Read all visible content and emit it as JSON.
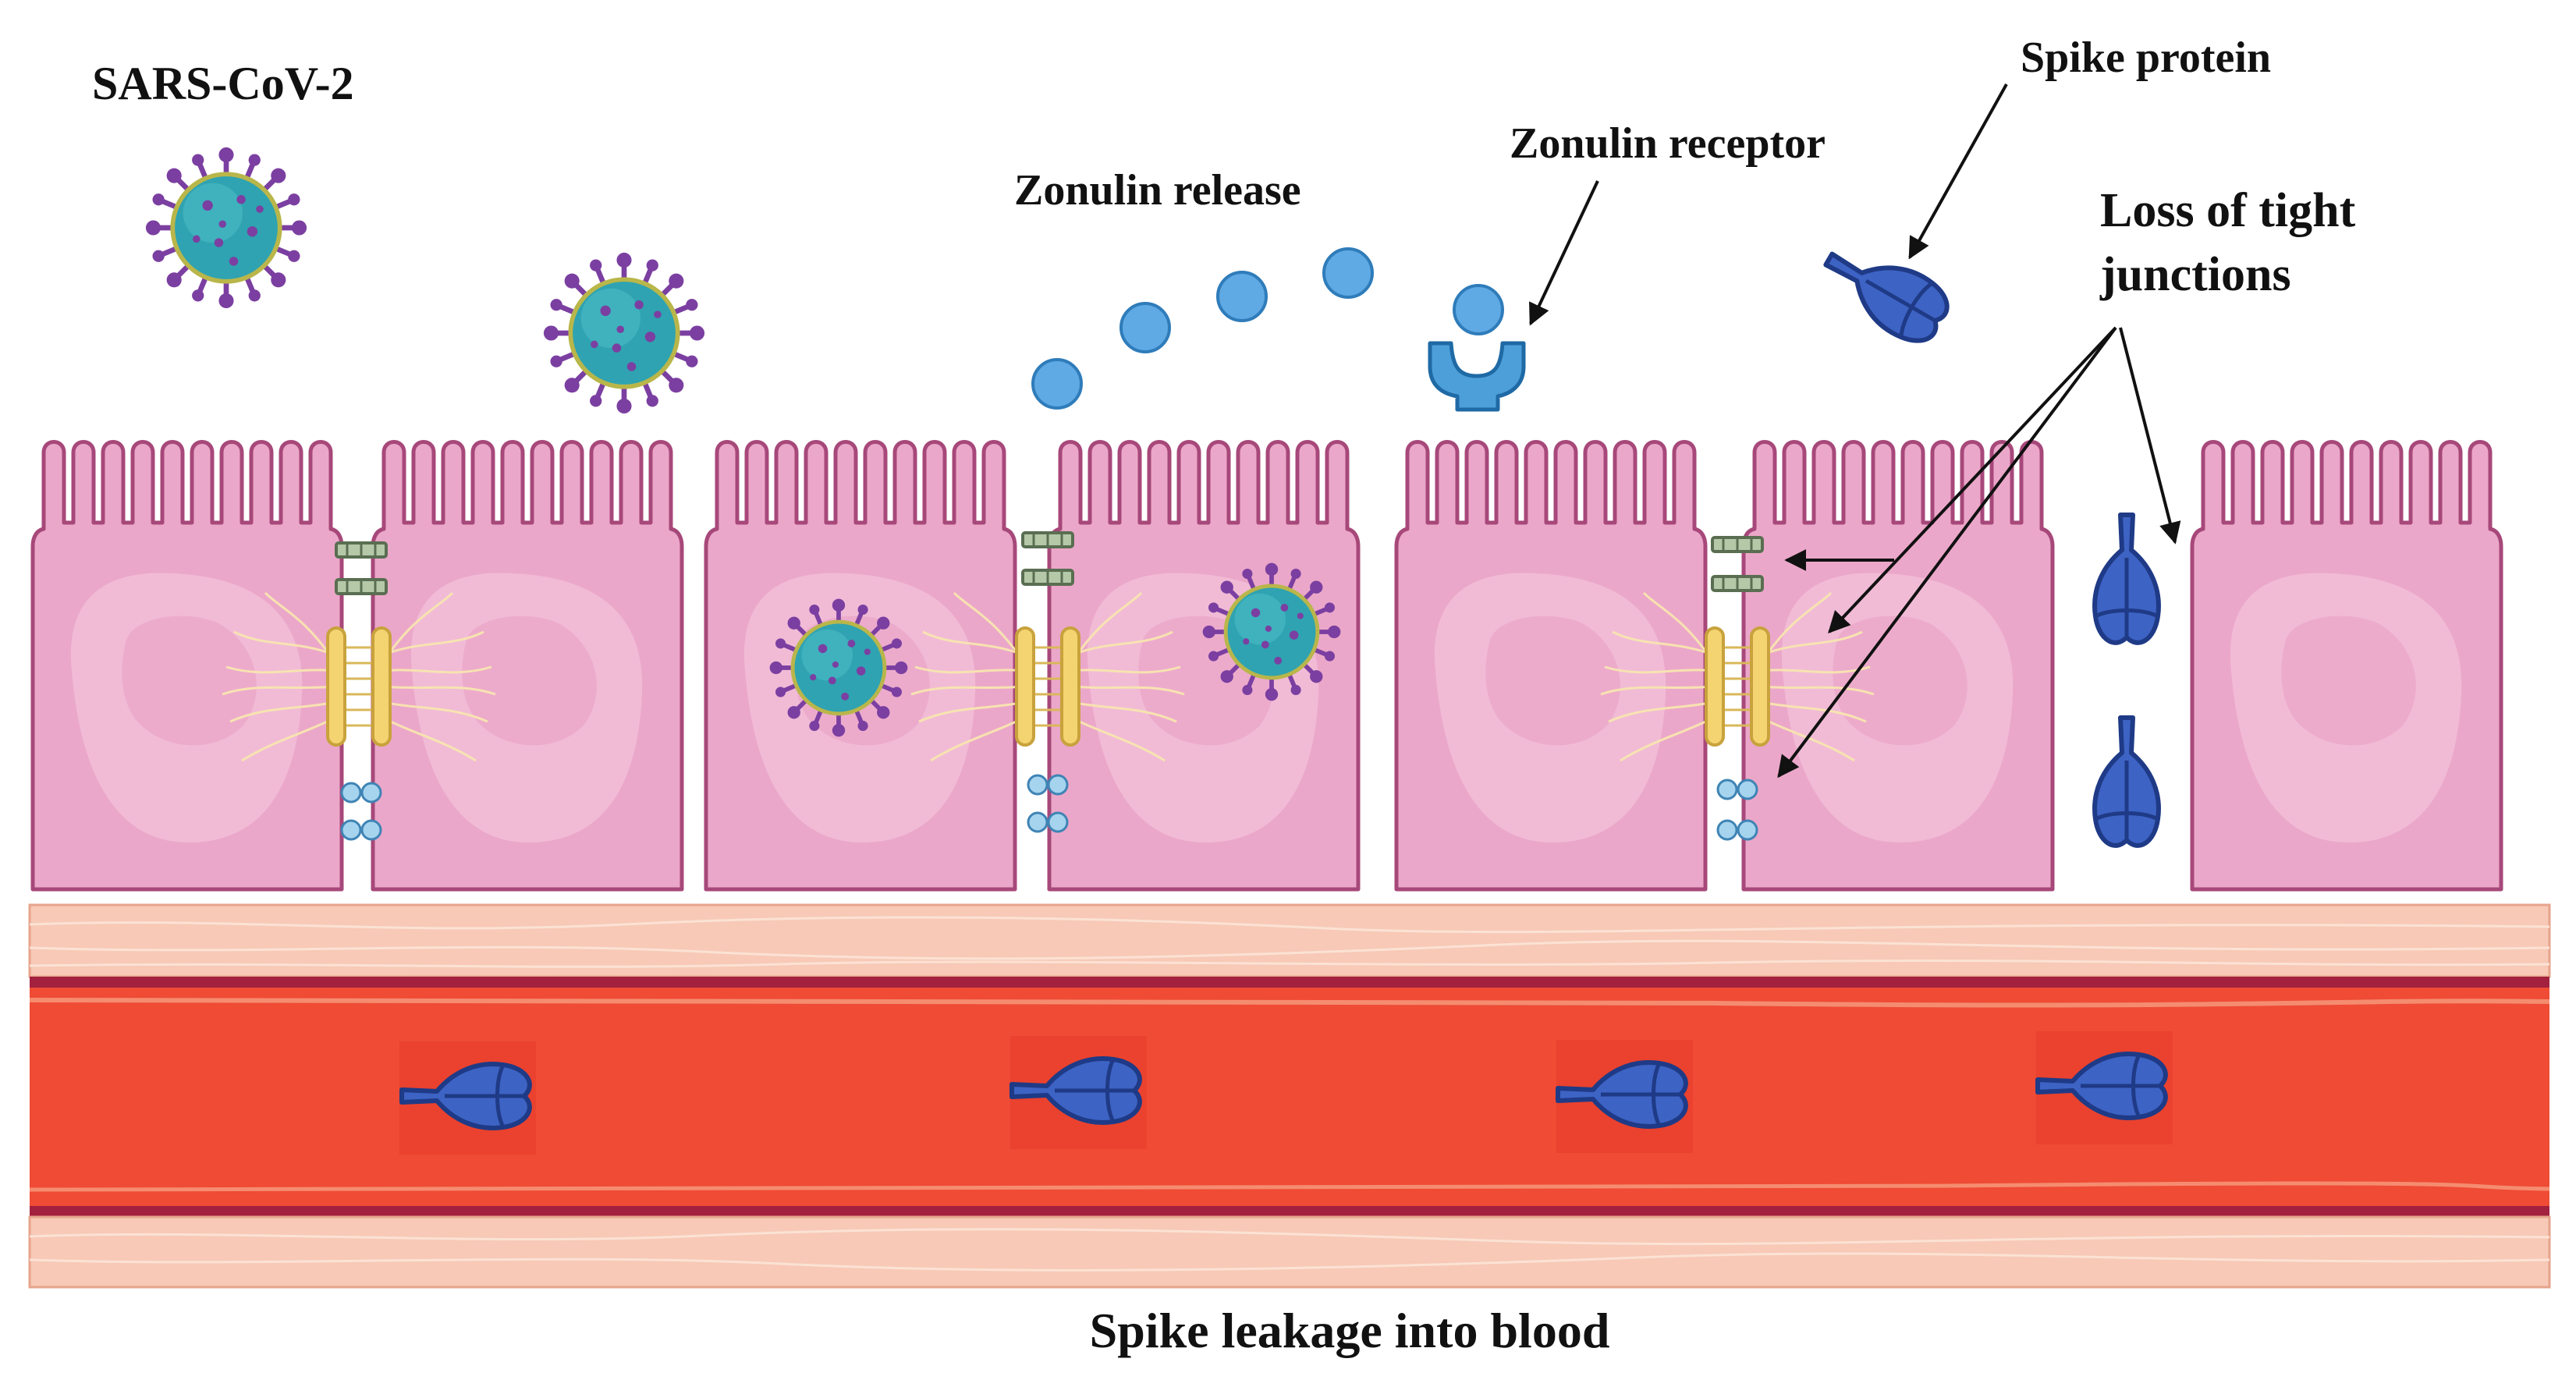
{
  "labels": {
    "virus": "SARS-CoV-2",
    "zonulin_release": "Zonulin release",
    "zonulin_receptor": "Zonulin receptor",
    "spike_protein": "Spike protein",
    "loss_line1": "Loss of tight",
    "loss_line2": "junctions",
    "leakage": "Spike leakage into blood"
  },
  "colors": {
    "cell_fill": "#eba7c9",
    "cell_stroke": "#a7487a",
    "nucleus": "#f3c3dc",
    "tissue": "#f7c9b6",
    "blood": "#ef4b35",
    "blood_wall": "#a3213f",
    "spike": "#3d63c4",
    "spike_stroke": "#1f3a86",
    "zonulin": "#5fa9e4",
    "virus_body": "#2fa3b1",
    "virus_spike": "#7b3fa1"
  },
  "icons": [
    "virus-icon",
    "zonulin-particle-icon",
    "zonulin-receptor-icon",
    "spike-protein-icon",
    "tight-junction-icon",
    "desmosome-icon"
  ]
}
